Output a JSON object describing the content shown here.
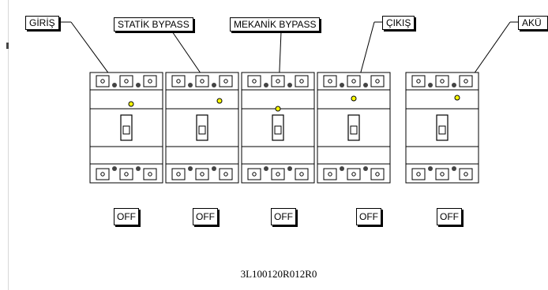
{
  "labels": [
    {
      "id": "giris",
      "text": "GİRİŞ",
      "color": "#ffff00"
    },
    {
      "id": "statik-bypass",
      "text": "STATİK BYPASS",
      "color": "#ffff00"
    },
    {
      "id": "mekanik-bypass",
      "text": "MEKANİK BYPASS",
      "color": "#ffff00"
    },
    {
      "id": "cikis",
      "text": "ÇIKIŞ",
      "color": "#ffff00"
    },
    {
      "id": "aku",
      "text": "AKÜ",
      "color": "#ffff00"
    }
  ],
  "breakers": [
    {
      "state": "OFF"
    },
    {
      "state": "OFF"
    },
    {
      "state": "OFF"
    },
    {
      "state": "OFF"
    },
    {
      "state": "OFF"
    }
  ],
  "code": "3L100120R012R0"
}
